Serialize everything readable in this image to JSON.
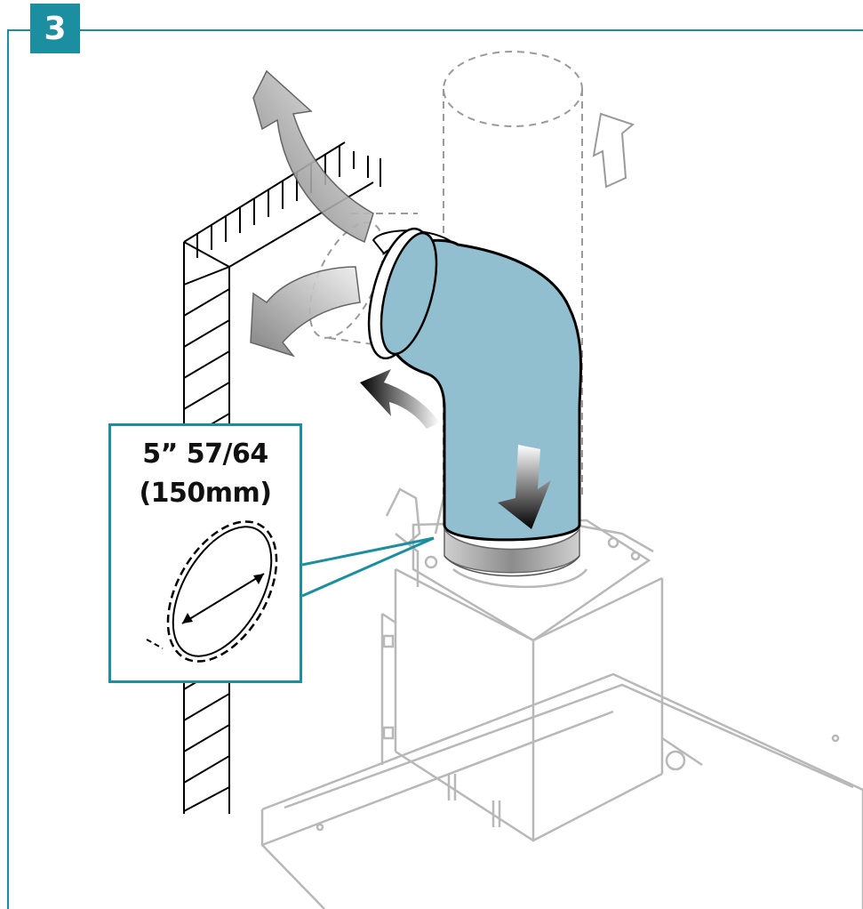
{
  "step": {
    "number": "3"
  },
  "callout": {
    "dimension_imperial": "5” 57/64",
    "dimension_metric": "(150mm)"
  },
  "colors": {
    "accent": "#1b8fa0",
    "duct_fill": "#92bfcf",
    "outline": "#000000",
    "ghost": "#b8b8b8"
  }
}
